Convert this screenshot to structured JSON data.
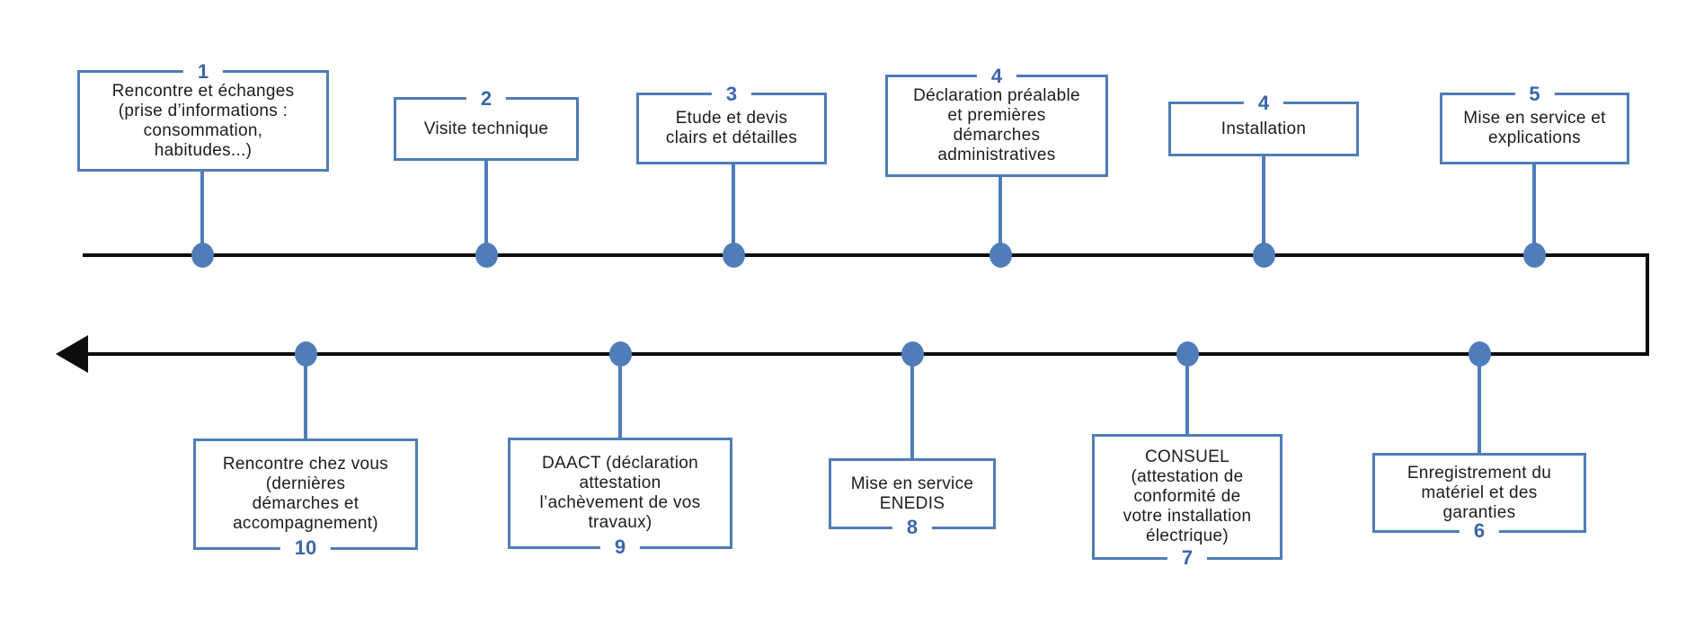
{
  "diagram": {
    "top_steps": [
      {
        "number": "1",
        "label": "Rencontre et échanges\n(prise d’informations :\nconsommation,\nhabitudes...)"
      },
      {
        "number": "2",
        "label": "Visite technique"
      },
      {
        "number": "3",
        "label": "Etude et devis\nclairs et détailles"
      },
      {
        "number": "4",
        "label": "Déclaration préalable\net premières\ndémarches\nadministratives"
      },
      {
        "number": "4",
        "label": "Installation"
      },
      {
        "number": "5",
        "label": "Mise en service et\nexplications"
      }
    ],
    "bottom_steps": [
      {
        "number": "10",
        "label": "Rencontre chez vous\n(dernières\ndémarches et\naccompagnement)"
      },
      {
        "number": "9",
        "label": "DAACT (déclaration\nattestation\nl’achèvement de vos\ntravaux)"
      },
      {
        "number": "8",
        "label": "Mise en service\nENEDIS"
      },
      {
        "number": "7",
        "label": "CONSUEL\n(attestation de\nconformité de\nvotre installation\nélectrique)"
      },
      {
        "number": "6",
        "label": "Enregistrement du\nmatériel et des\ngaranties"
      }
    ],
    "colors": {
      "accent_blue": "#4e7db9",
      "number_blue": "#3a66ab",
      "line_black": "#0d0d0d",
      "text_color": "#1c1c1e"
    }
  }
}
